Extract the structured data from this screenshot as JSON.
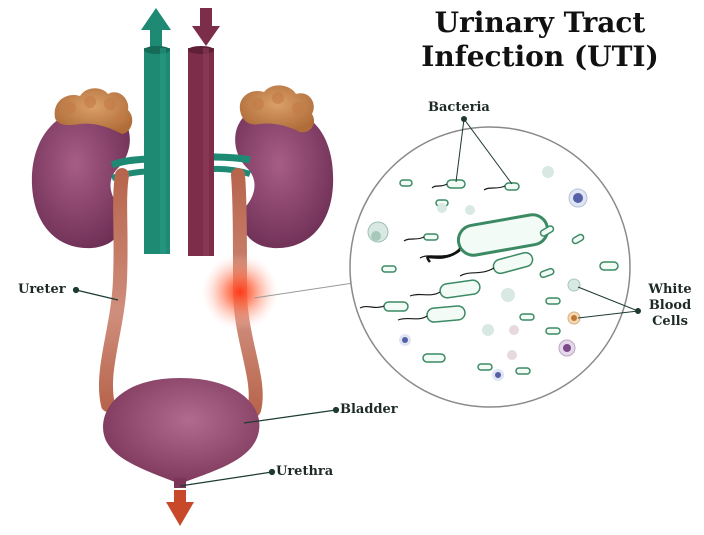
{
  "title": {
    "line1": "Urinary Tract",
    "line2": "Infection (UTI)"
  },
  "labels": {
    "bacteria": "Bacteria",
    "white_blood_cells": [
      "White",
      "Blood",
      "Cells"
    ],
    "ureter": "Ureter",
    "bladder": "Bladder",
    "urethra": "Urethra"
  },
  "colors": {
    "kidney": "#7e3a62",
    "adrenal": "#c9824a",
    "artery": "#1f8a74",
    "vein": "#7b2d4a",
    "ureter": "#c9745e",
    "bladder": "#8d4468",
    "infection": "#ff4a2a",
    "bacteria_outline": "#3b8a64",
    "arrow_down": "#c7492a"
  }
}
